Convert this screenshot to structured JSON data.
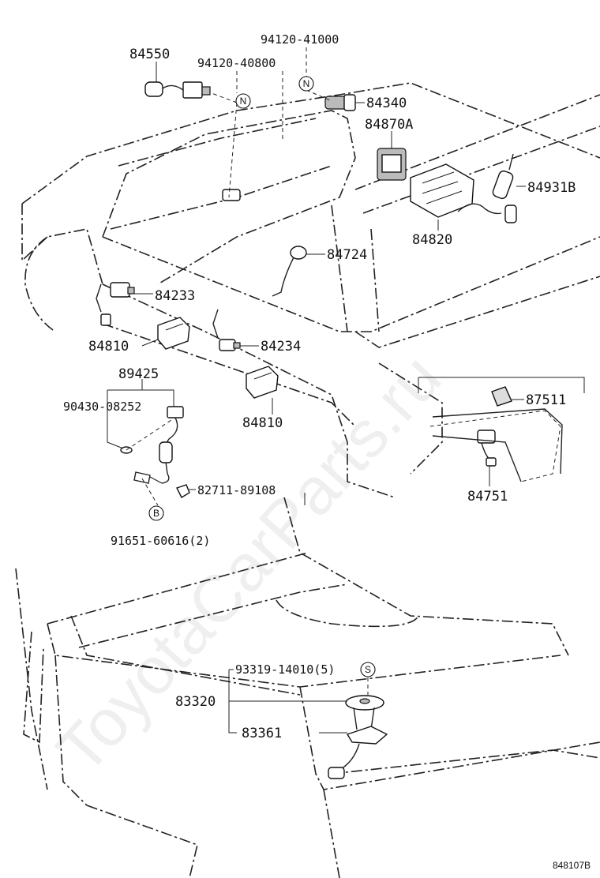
{
  "watermark": "ToyotaCarParts.ru",
  "diagram_code": "848107B",
  "markers": {
    "n": "N",
    "b": "B",
    "s": "S"
  },
  "labels": {
    "p84550": "84550",
    "p94120_40800": "94120-40800",
    "p94120_41000": "94120-41000",
    "p84340": "84340",
    "p84870A": "84870A",
    "p84931B": "84931B",
    "p84820": "84820",
    "p84724": "84724",
    "p84233": "84233",
    "p84810a": "84810",
    "p84234": "84234",
    "p89425": "89425",
    "p90430": "90430-08252",
    "p84810b": "84810",
    "p82711": "82711-89108",
    "p91651": "91651-60616(2)",
    "p87511": "87511",
    "p84751": "84751",
    "p93319": "93319-14010(5)",
    "p83320": "83320",
    "p83361": "83361"
  }
}
